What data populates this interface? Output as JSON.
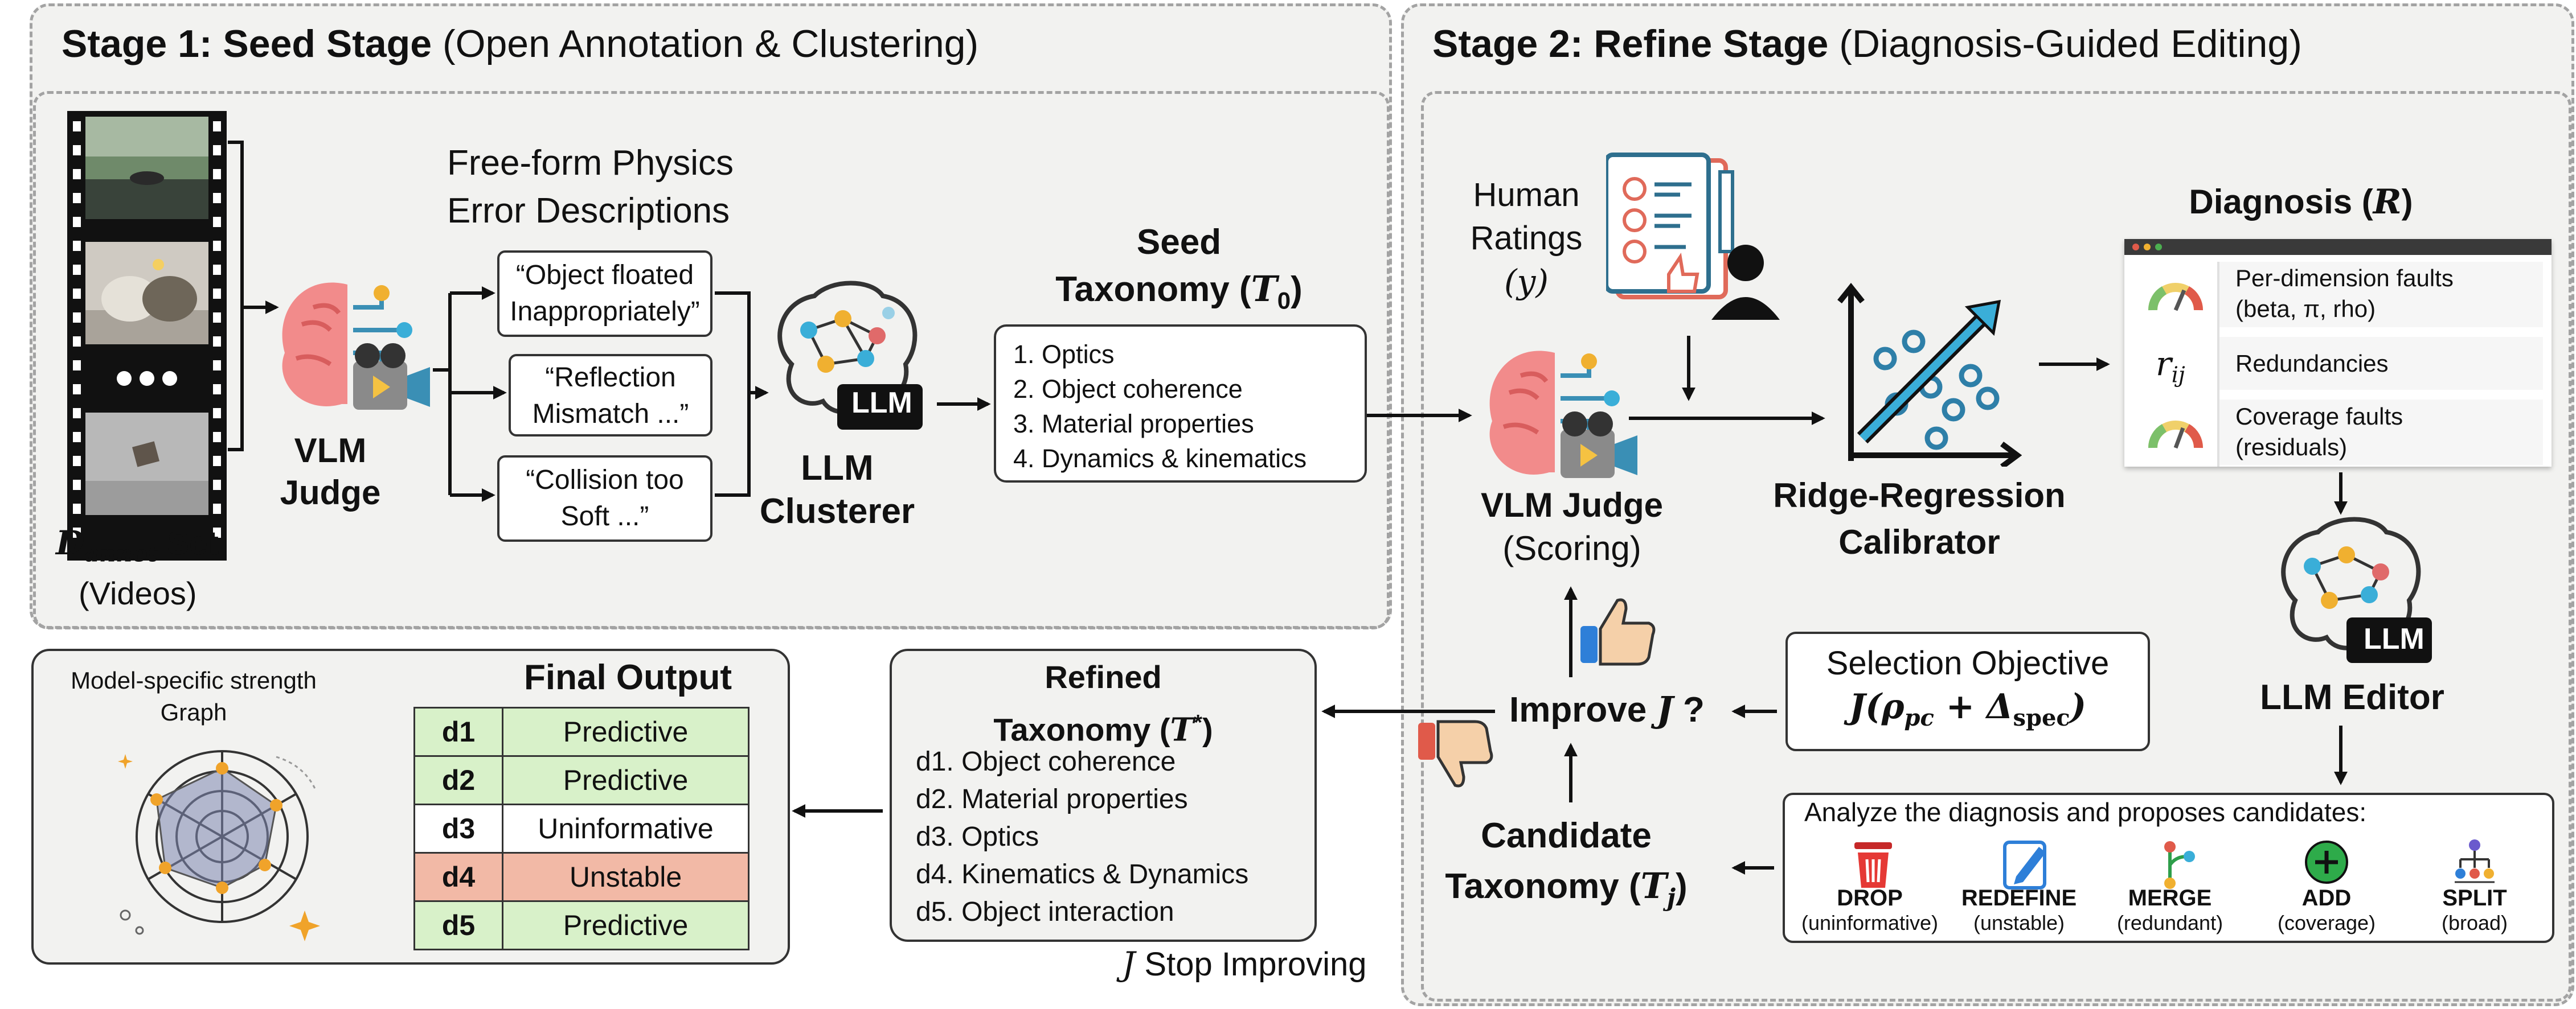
{
  "stage1": {
    "title_bold": "Stage 1: Seed Stage",
    "title_rest": "(Open Annotation & Clustering)",
    "dataset_label_sub": "annot",
    "dataset_label_rest": "Set",
    "dataset_label_var": "D",
    "dataset_sub": "(Videos)",
    "vlm_judge_line1": "VLM",
    "vlm_judge_line2": "Judge",
    "freeform_line1": "Free-form Physics",
    "freeform_line2": "Error Descriptions",
    "descriptions": [
      {
        "line1": "“Object floated",
        "line2": "Inappropriately”"
      },
      {
        "line1": "“Reflection",
        "line2": "Mismatch ...”"
      },
      {
        "line1": "“Collision too",
        "line2": "Soft ...”"
      }
    ],
    "llm_badge": "LLM",
    "clusterer_line1": "LLM",
    "clusterer_line2": "Clusterer",
    "seed_line1": "Seed",
    "seed_line2": "Taxonomy (",
    "seed_var": "T",
    "seed_sub": "0",
    "seed_close": ")",
    "seed_items": [
      "1.  Optics",
      "2.  Object  coherence",
      "3.  Material properties",
      "4.  Dynamics & kinematics"
    ]
  },
  "stage2": {
    "title_bold": "Stage 2: Refine Stage",
    "title_rest": "(Diagnosis-Guided Editing)",
    "human_line1": "Human",
    "human_line2": "Ratings",
    "human_var": "(y)",
    "vlm_line1": "VLM Judge",
    "vlm_line2": "(Scoring)",
    "ridge_line1": "Ridge-Regression",
    "ridge_line2": "Calibrator",
    "diagnosis_title": "Diagnosis (",
    "diagnosis_var": "R",
    "diagnosis_close": ")",
    "diag_rows": [
      {
        "line1": "Per-dimension faults",
        "line2": "(beta, π, rho)"
      },
      {
        "line1": "Redundancies",
        "line2": ""
      },
      {
        "line1": "Coverage faults",
        "line2": "(residuals)"
      }
    ],
    "rij": "r",
    "rij_sub": "ij",
    "llm_badge": "LLM",
    "editor": "LLM Editor",
    "analyze": "Analyze the diagnosis and proposes candidates:",
    "ops": [
      {
        "name": "DROP",
        "note": "(uninformative)"
      },
      {
        "name": "REDEFINE",
        "note": "(unstable)"
      },
      {
        "name": "MERGE",
        "note": "(redundant)"
      },
      {
        "name": "ADD",
        "note": "(coverage)"
      },
      {
        "name": "SPLIT",
        "note": "(broad)"
      }
    ],
    "selection_line1": "Selection Objective",
    "improve": "Improve",
    "improve_var": "J",
    "improve_q": "?",
    "candidate_line1": "Candidate",
    "candidate_line2": "Taxonomy (",
    "candidate_var": "T",
    "candidate_sub": "j",
    "candidate_close": ")",
    "stop_var": "J",
    "stop_text": "Stop Improving"
  },
  "refined": {
    "title1": "Refined",
    "title2": "Taxonomy (",
    "var": "T",
    "sup": "*",
    "close": ")",
    "items": [
      "d1. Object coherence",
      "d2. Material properties",
      "d3. Optics",
      "d4. Kinematics & Dynamics",
      "d5. Object interaction"
    ]
  },
  "final": {
    "graph_line1": "Model-specific strength",
    "graph_line2": "Graph",
    "title": "Final Output",
    "rows": [
      {
        "id": "d1",
        "label": "Predictive",
        "color": "#d8f1c9"
      },
      {
        "id": "d2",
        "label": "Predictive",
        "color": "#d8f1c9"
      },
      {
        "id": "d3",
        "label": "Uninformative",
        "color": "#ffffff"
      },
      {
        "id": "d4",
        "label": "Unstable",
        "color": "#f2b9a6"
      },
      {
        "id": "d5",
        "label": "Predictive",
        "color": "#d8f1c9"
      }
    ]
  },
  "colors": {
    "stage_bg": "#f2f2f0",
    "dash": "#a3a3a3",
    "predictive": "#d8f1c9",
    "unstable": "#f2b9a6",
    "accent_orange": "#f0a32a",
    "accent_blue": "#2e7fa8"
  }
}
